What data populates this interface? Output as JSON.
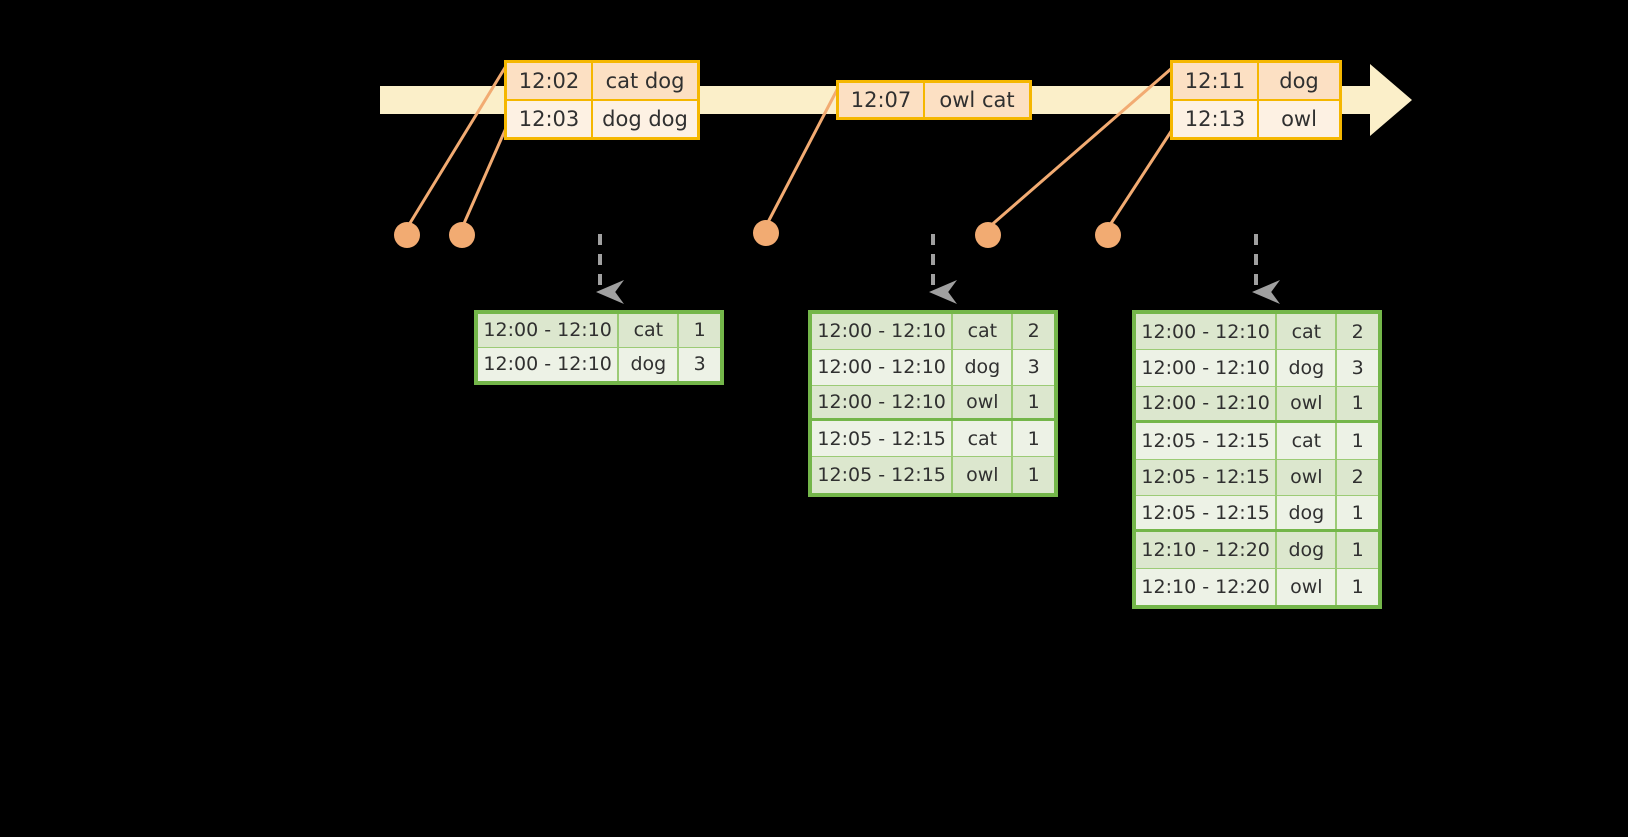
{
  "title": "sliding-window-word-count-diagram",
  "colors": {
    "background": "#000000",
    "timeline_fill": "#FBEFC9",
    "event_border": "#F5B700",
    "event_fill_shaded": "#FCE0C3",
    "event_fill_plain": "#FDF1E3",
    "table_border": "#74B64A",
    "table_fill_shaded": "#DCE7CE",
    "table_fill_plain": "#EDF2E6",
    "connector_line": "#F2AB72",
    "dot": "#F2AB72",
    "arrow": "#A0A0A0",
    "text": "#303030"
  },
  "timeline": {
    "name": "event-timeline-arrow",
    "direction": "right"
  },
  "event_groups": [
    {
      "name": "event-group-1",
      "rows": [
        {
          "time": "12:02",
          "words": "cat dog"
        },
        {
          "time": "12:03",
          "words": "dog dog"
        }
      ]
    },
    {
      "name": "event-group-2",
      "rows": [
        {
          "time": "12:07",
          "words": "owl cat"
        }
      ]
    },
    {
      "name": "event-group-3",
      "rows": [
        {
          "time": "12:11",
          "words": "dog"
        },
        {
          "time": "12:13",
          "words": "owl"
        }
      ]
    }
  ],
  "result_tables": [
    {
      "name": "result-table-1",
      "rows": [
        {
          "window": "12:00 - 12:10",
          "word": "cat",
          "count": "1"
        },
        {
          "window": "12:00 - 12:10",
          "word": "dog",
          "count": "3"
        }
      ]
    },
    {
      "name": "result-table-2",
      "rows": [
        {
          "window": "12:00 - 12:10",
          "word": "cat",
          "count": "2"
        },
        {
          "window": "12:00 - 12:10",
          "word": "dog",
          "count": "3"
        },
        {
          "window": "12:00 - 12:10",
          "word": "owl",
          "count": "1"
        },
        {
          "window": "12:05 - 12:15",
          "word": "cat",
          "count": "1"
        },
        {
          "window": "12:05 - 12:15",
          "word": "owl",
          "count": "1"
        }
      ]
    },
    {
      "name": "result-table-3",
      "rows": [
        {
          "window": "12:00 - 12:10",
          "word": "cat",
          "count": "2"
        },
        {
          "window": "12:00 - 12:10",
          "word": "dog",
          "count": "3"
        },
        {
          "window": "12:00 - 12:10",
          "word": "owl",
          "count": "1"
        },
        {
          "window": "12:05 - 12:15",
          "word": "cat",
          "count": "1"
        },
        {
          "window": "12:05 - 12:15",
          "word": "owl",
          "count": "2"
        },
        {
          "window": "12:05 - 12:15",
          "word": "dog",
          "count": "1"
        },
        {
          "window": "12:10 - 12:20",
          "word": "dog",
          "count": "1"
        },
        {
          "window": "12:10 - 12:20",
          "word": "owl",
          "count": "1"
        }
      ]
    }
  ],
  "markers": [
    {
      "name": "marker-dot-1"
    },
    {
      "name": "marker-dot-2"
    },
    {
      "name": "marker-dot-3"
    },
    {
      "name": "marker-dot-4"
    },
    {
      "name": "marker-dot-5"
    }
  ]
}
